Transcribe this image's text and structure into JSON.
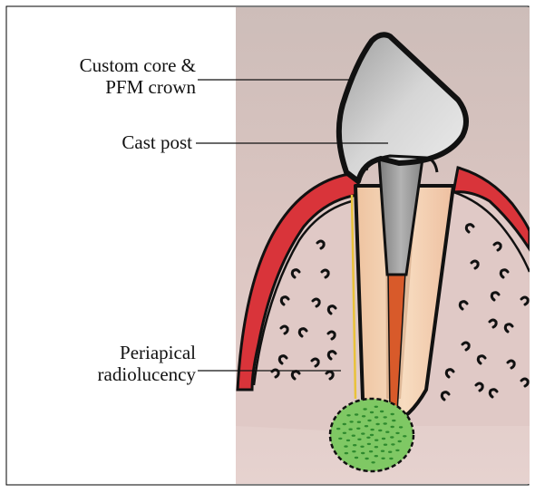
{
  "figure": {
    "labels": {
      "crown_line1": "Custom core &",
      "crown_line2": "PFM crown",
      "post": "Cast post",
      "lesion_line1": "Periapical",
      "lesion_line2": "radiolucency"
    }
  },
  "colors": {
    "background_paper": "#d9c8c2",
    "gingiva": "#d9343a",
    "bone": "#e2cfca",
    "crown": "#cfcfcf",
    "root": "#f3cfa8",
    "post": "#9a9a9a",
    "canal_fill": "#d85a2a",
    "lesion": "#6abf52",
    "outline": "#111111"
  }
}
